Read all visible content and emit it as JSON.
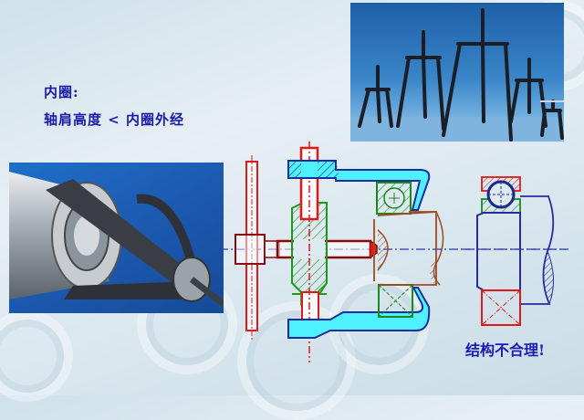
{
  "heading": {
    "line1": "内圈:",
    "line2": "轴肩高度 < 内圈外经"
  },
  "verdict": "结构不合理!",
  "photos": {
    "pullers": "three-jaw-puller-set-photo",
    "puller_in_use": "puller-removing-bearing-photo"
  },
  "diagram": {
    "colors": {
      "puller_arm": "#4ff0ff",
      "puller_outline": "#1a2ea0",
      "screw": "#e01818",
      "bolt": "#8a0a0a",
      "hub": "#1a9a1a",
      "bearing_green": "#1a8a1a",
      "shaft": "#a04a20",
      "centerline": "#2a3ab0",
      "right_shaft": "#2a2aa0"
    }
  }
}
